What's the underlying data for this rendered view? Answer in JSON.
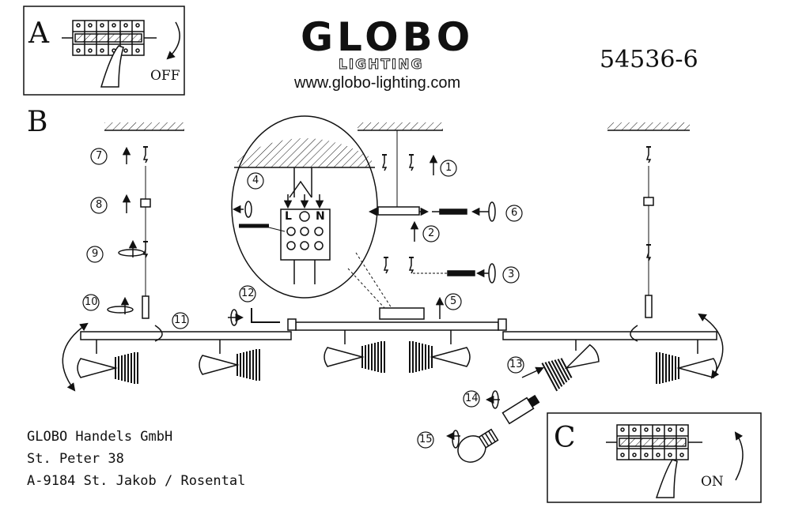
{
  "brand": {
    "name": "GLOBO",
    "subline": "LIGHTING",
    "website": "www.globo-lighting.com"
  },
  "model_number": "54536-6",
  "panels": {
    "a": "A",
    "b": "B",
    "c": "C"
  },
  "switch_labels": {
    "off": "OFF",
    "on": "ON"
  },
  "terminal_labels": [
    "L",
    "N"
  ],
  "steps": [
    "1",
    "2",
    "3",
    "4",
    "5",
    "6",
    "7",
    "8",
    "9",
    "10",
    "11",
    "12",
    "13",
    "14",
    "15"
  ],
  "address": [
    "GLOBO Handels GmbH",
    "St. Peter 38",
    "A-9184 St. Jakob / Rosental"
  ],
  "colors": {
    "ink": "#111111",
    "paper": "#ffffff"
  }
}
